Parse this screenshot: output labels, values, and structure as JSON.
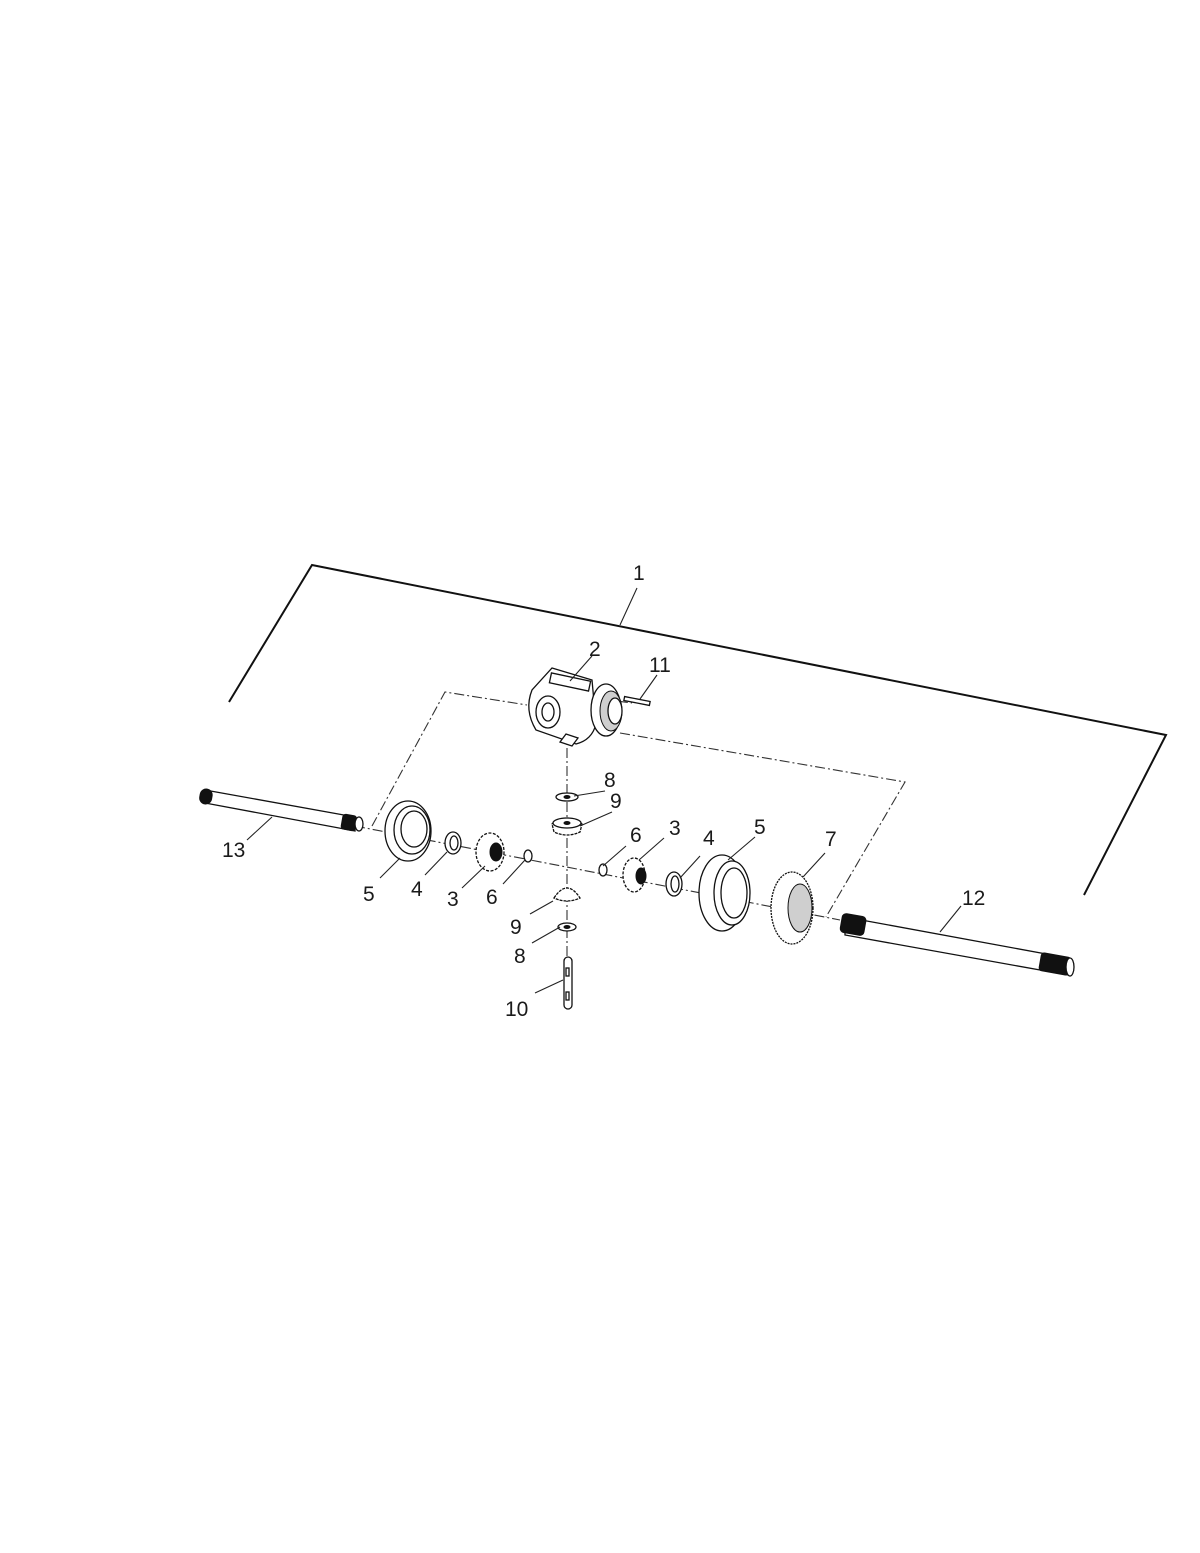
{
  "diagram": {
    "type": "exploded-parts-view",
    "subject": "differential assembly with axle shafts",
    "callouts": [
      {
        "id": "c1",
        "label": "1",
        "part": "differential assembly (bracket)"
      },
      {
        "id": "c2",
        "label": "2",
        "part": "differential case"
      },
      {
        "id": "c3a",
        "label": "3",
        "part": "side gear (left)"
      },
      {
        "id": "c3b",
        "label": "3",
        "part": "side gear (right)"
      },
      {
        "id": "c4a",
        "label": "4",
        "part": "thrust washer (left)"
      },
      {
        "id": "c4b",
        "label": "4",
        "part": "thrust washer (right)"
      },
      {
        "id": "c5a",
        "label": "5",
        "part": "bearing (left)"
      },
      {
        "id": "c5b",
        "label": "5",
        "part": "bearing (right)"
      },
      {
        "id": "c6a",
        "label": "6",
        "part": "snap ring (left)"
      },
      {
        "id": "c6b",
        "label": "6",
        "part": "snap ring (right)"
      },
      {
        "id": "c7",
        "label": "7",
        "part": "ring gear"
      },
      {
        "id": "c8a",
        "label": "8",
        "part": "washer (upper)"
      },
      {
        "id": "c8b",
        "label": "8",
        "part": "washer (lower)"
      },
      {
        "id": "c9a",
        "label": "9",
        "part": "pinion gear (upper)"
      },
      {
        "id": "c9b",
        "label": "9",
        "part": "pinion gear (lower)"
      },
      {
        "id": "c10",
        "label": "10",
        "part": "pinion shaft"
      },
      {
        "id": "c11",
        "label": "11",
        "part": "pin"
      },
      {
        "id": "c12",
        "label": "12",
        "part": "axle shaft (right)"
      },
      {
        "id": "c13",
        "label": "13",
        "part": "axle shaft (left)"
      }
    ]
  },
  "labels": {
    "l1": "1",
    "l2": "2",
    "l3a": "3",
    "l3b": "3",
    "l4a": "4",
    "l4b": "4",
    "l5a": "5",
    "l5b": "5",
    "l6a": "6",
    "l6b": "6",
    "l7": "7",
    "l8a": "8",
    "l8b": "8",
    "l9a": "9",
    "l9b": "9",
    "l10": "10",
    "l11": "11",
    "l12": "12",
    "l13": "13"
  },
  "colors": {
    "line": "#111111",
    "background": "#ffffff"
  }
}
